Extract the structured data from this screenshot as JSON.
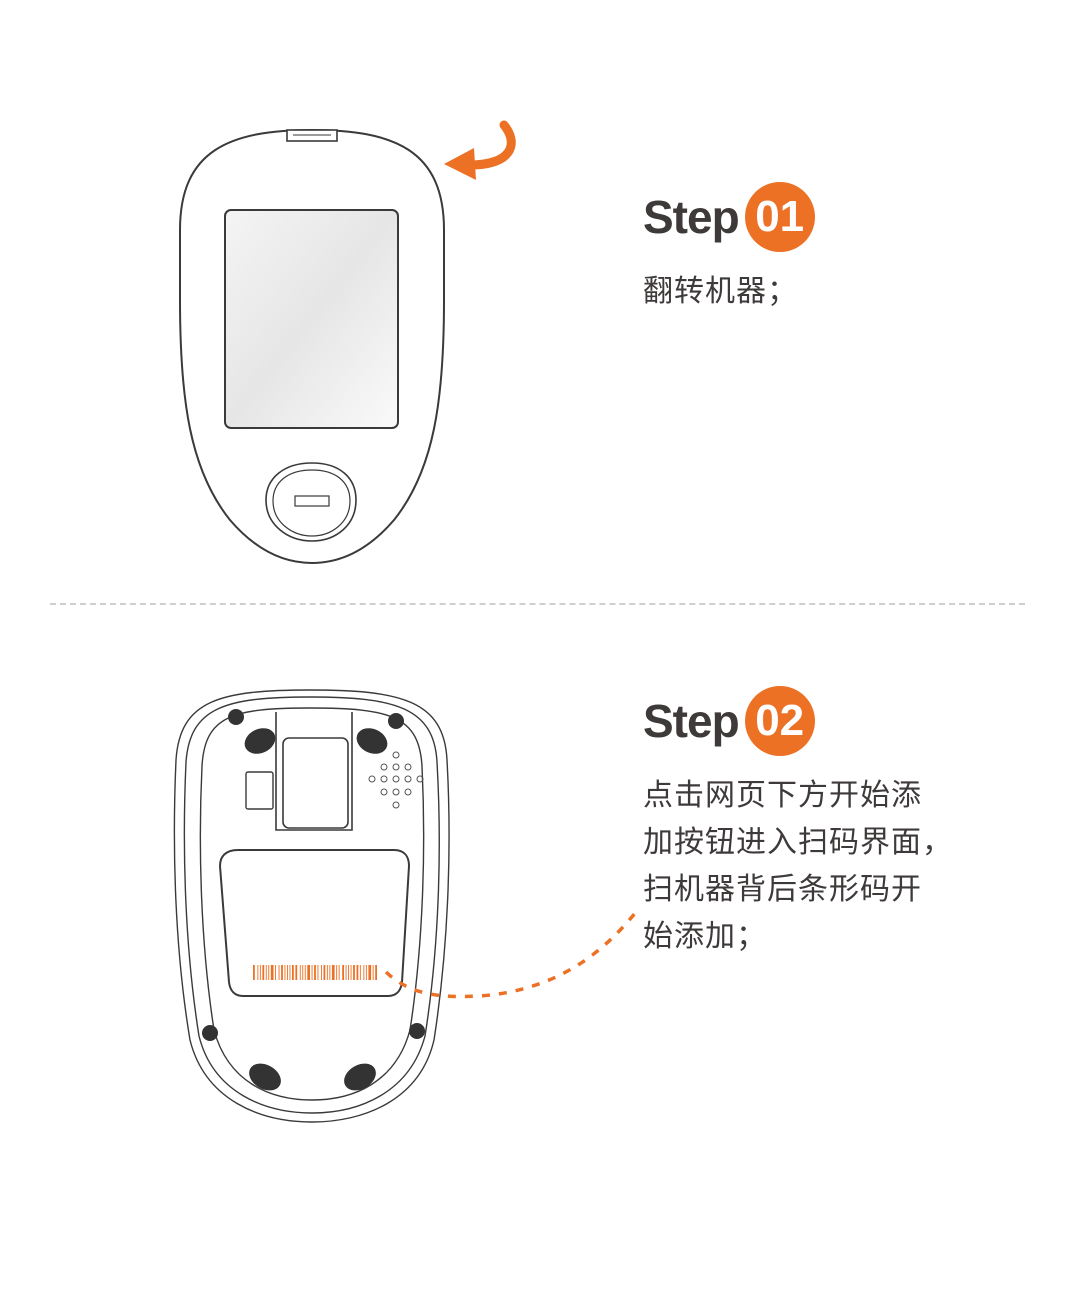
{
  "steps": [
    {
      "word": "Step",
      "number": "01",
      "lines": [
        "翻转机器；"
      ]
    },
    {
      "word": "Step",
      "number": "02",
      "lines": [
        "点击网页下方开始添",
        "加按钮进入扫码界面，",
        "扫机器背后条形码开",
        "始添加；"
      ]
    }
  ],
  "colors": {
    "accent": "#ec7125",
    "text": "#3e3a39",
    "stroke": "#3a3a3a"
  }
}
